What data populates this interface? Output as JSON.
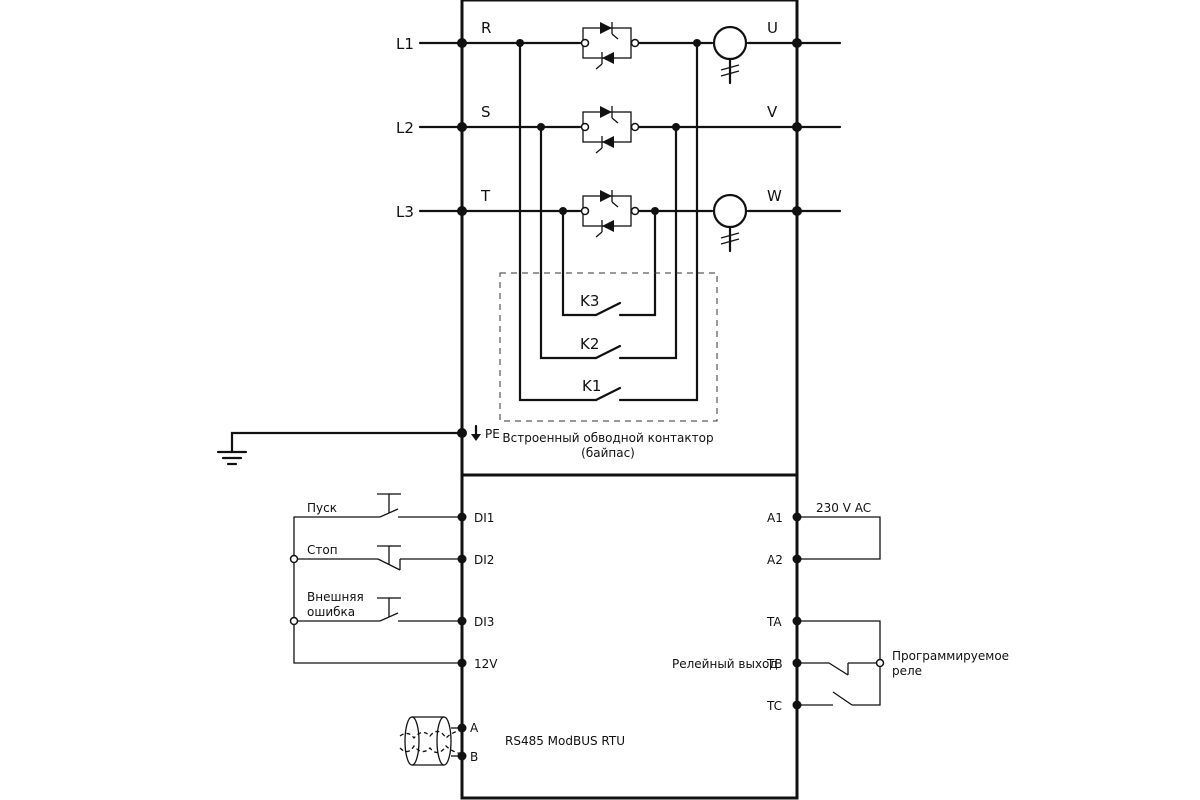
{
  "inputs": {
    "l1": "L1",
    "l2": "L2",
    "l3": "L3"
  },
  "phases_in": {
    "r": "R",
    "s": "S",
    "t": "T"
  },
  "phases_out": {
    "u": "U",
    "v": "V",
    "w": "W"
  },
  "contactors": {
    "k1": "K1",
    "k2": "K2",
    "k3": "K3"
  },
  "pe": "PE",
  "bypass_caption": {
    "line1": "Встроенный обводной контактор",
    "line2": "(байпас)"
  },
  "control": {
    "di1": "DI1",
    "di2": "DI2",
    "di3": "DI3",
    "v12": "12V",
    "start": "Пуск",
    "stop": "Стоп",
    "ext_fault_1": "Внешняя",
    "ext_fault_2": "ошибка"
  },
  "comm": {
    "a": "A",
    "b": "B",
    "protocol": "RS485 ModBUS RTU"
  },
  "supply": {
    "a1": "A1",
    "a2": "A2",
    "voltage": "230 V AC"
  },
  "relay": {
    "ta": "TA",
    "tb": "TB",
    "tc": "TC",
    "output_label": "Релейный выход",
    "prog_1": "Программируемое",
    "prog_2": "реле"
  }
}
